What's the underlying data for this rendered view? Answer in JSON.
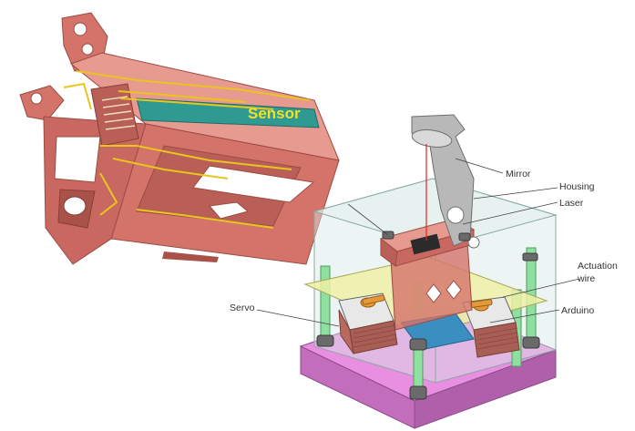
{
  "labels": {
    "sensor": "Sensor",
    "mirror": "Mirror",
    "housing": "Housing",
    "laser": "Laser",
    "actuation_line1": "Actuation",
    "actuation_line2": "wire",
    "servo": "Servo",
    "arduino": "Arduino"
  },
  "colors": {
    "frame": "#d4736a",
    "frame_dark": "#a9524a",
    "frame_light": "#e79a90",
    "wire": "#e8c51f",
    "sensor_strip": "#2f9a92",
    "sensor_text": "#f2e12a",
    "base_plate": "#e98fe1",
    "base_side": "#c36ebd",
    "glass": "#d6e8e6",
    "support_plate": "#eef0a6",
    "post": "#8fe0a0",
    "nut": "#6a6a6a",
    "mirror_arm": "#b8b8b8",
    "laser_beam": "#e0281f",
    "servo_body": "#b86a5f",
    "servo_horn": "#e59a3a",
    "callout_line": "#444444"
  },
  "icons": {
    "sensor_render": "sensor-assembly-render",
    "device_render": "mirror-device-render"
  }
}
